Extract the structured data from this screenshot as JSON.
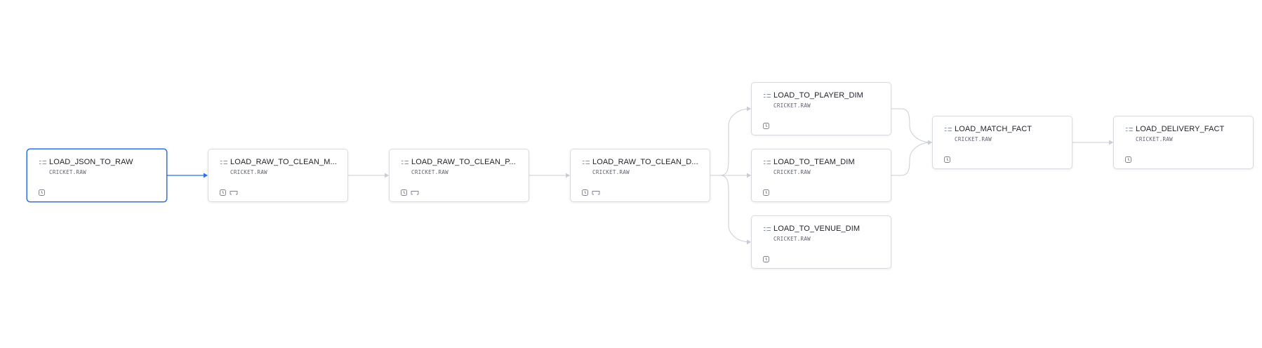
{
  "colors": {
    "accent": "#2f6fe5",
    "edge": "#c9cdd6",
    "node_border": "#d9dbe1",
    "title": "#1e2128",
    "subtitle": "#5b6270"
  },
  "nodes": [
    {
      "id": "n1",
      "label": "LOAD_JSON_TO_RAW",
      "schema": "CRICKET.RAW",
      "icon": "task-icon",
      "badges": [
        "schedule-icon"
      ],
      "selected": true
    },
    {
      "id": "n2",
      "label": "LOAD_RAW_TO_CLEAN_M...",
      "schema": "CRICKET.RAW",
      "icon": "task-icon",
      "badges": [
        "schedule-icon",
        "stream-icon"
      ],
      "selected": false
    },
    {
      "id": "n3",
      "label": "LOAD_RAW_TO_CLEAN_P...",
      "schema": "CRICKET.RAW",
      "icon": "task-icon",
      "badges": [
        "schedule-icon",
        "stream-icon"
      ],
      "selected": false
    },
    {
      "id": "n4",
      "label": "LOAD_RAW_TO_CLEAN_D...",
      "schema": "CRICKET.RAW",
      "icon": "task-icon",
      "badges": [
        "schedule-icon",
        "stream-icon"
      ],
      "selected": false
    },
    {
      "id": "n5",
      "label": "LOAD_TO_PLAYER_DIM",
      "schema": "CRICKET.RAW",
      "icon": "task-icon",
      "badges": [
        "schedule-icon"
      ],
      "selected": false
    },
    {
      "id": "n6",
      "label": "LOAD_TO_TEAM_DIM",
      "schema": "CRICKET.RAW",
      "icon": "task-icon",
      "badges": [
        "schedule-icon"
      ],
      "selected": false
    },
    {
      "id": "n7",
      "label": "LOAD_TO_VENUE_DIM",
      "schema": "CRICKET.RAW",
      "icon": "task-icon",
      "badges": [
        "schedule-icon"
      ],
      "selected": false
    },
    {
      "id": "n8",
      "label": "LOAD_MATCH_FACT",
      "schema": "CRICKET.RAW",
      "icon": "task-icon",
      "badges": [
        "schedule-icon"
      ],
      "selected": false
    },
    {
      "id": "n9",
      "label": "LOAD_DELIVERY_FACT",
      "schema": "CRICKET.RAW",
      "icon": "task-icon",
      "badges": [
        "schedule-icon"
      ],
      "selected": false
    }
  ],
  "edges": [
    {
      "from": "n1",
      "to": "n2",
      "highlighted": true
    },
    {
      "from": "n2",
      "to": "n3",
      "highlighted": false
    },
    {
      "from": "n3",
      "to": "n4",
      "highlighted": false
    },
    {
      "from": "n4",
      "to": "n5",
      "highlighted": false
    },
    {
      "from": "n4",
      "to": "n6",
      "highlighted": false
    },
    {
      "from": "n4",
      "to": "n7",
      "highlighted": false
    },
    {
      "from": "n5",
      "to": "n8",
      "highlighted": false
    },
    {
      "from": "n6",
      "to": "n8",
      "highlighted": false
    },
    {
      "from": "n8",
      "to": "n9",
      "highlighted": false
    }
  ]
}
